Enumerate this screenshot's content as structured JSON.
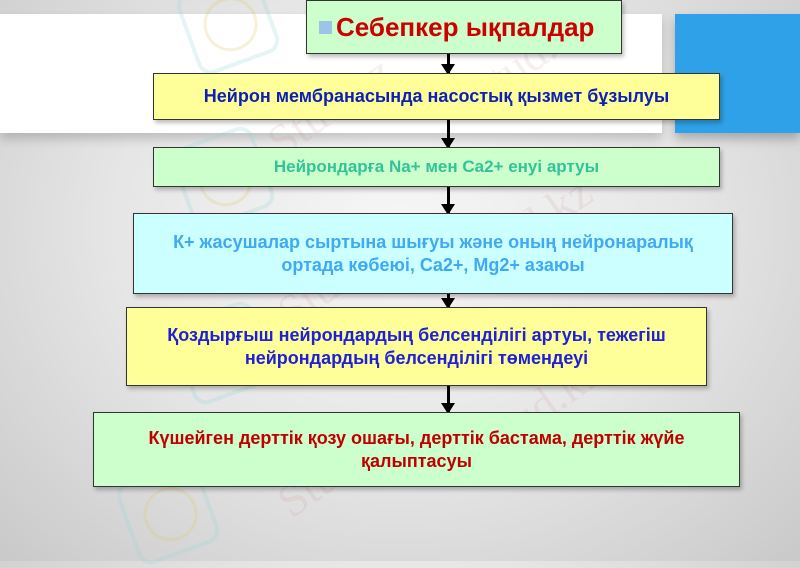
{
  "diagram": {
    "type": "flowchart",
    "title": "Себепкер ықпалдар",
    "steps": [
      {
        "text": "Нейрон мембранасында насостық қызмет бұзылуы",
        "bg": "#ffff99",
        "color": "#0d1fb5"
      },
      {
        "text": "Нейрондарға Na+ мен Ca2+ енуі артуы",
        "bg": "#ccffcc",
        "color": "#33c399"
      },
      {
        "text": "К+ жасушалар сыртына шығуы және оның нейронаралық ортада көбеюі, Ca2+, Mg2+ азаюы",
        "bg": "#ccffff",
        "color": "#3fa9f5"
      },
      {
        "text": "Қоздырғыш нейрондардың белсенділігі артуы, тежегіш нейрондардың белсенділігі төмендеуі",
        "bg": "#ffff99",
        "color": "#2020d8"
      },
      {
        "text": "Күшейген дерттік қозу ошағы, дерттік бастама, дерттік жүйе қалыптасуы",
        "bg": "#ccffcc",
        "color": "#c00000"
      }
    ],
    "watermark": "Stud.kz"
  },
  "colors": {
    "title_bg": "#ccffcc",
    "title_text": "#cc0000",
    "accent_blue": "#2ea1e8",
    "bullet": "#9dc3e6"
  }
}
